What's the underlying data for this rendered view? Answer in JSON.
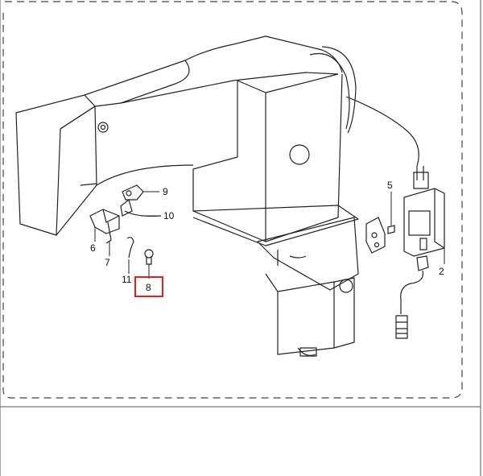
{
  "diagram": {
    "colors": {
      "line": "#222222",
      "frame": "#555555",
      "highlight": "#e02020",
      "background": "#ffffff"
    },
    "callouts": [
      {
        "id": "part-9",
        "text": "9"
      },
      {
        "id": "part-10",
        "text": "10"
      },
      {
        "id": "part-6",
        "text": "6"
      },
      {
        "id": "part-7",
        "text": "7"
      },
      {
        "id": "part-11",
        "text": "11"
      },
      {
        "id": "part-8",
        "text": "8",
        "highlighted": true
      },
      {
        "id": "part-5",
        "text": "5"
      },
      {
        "id": "part-2",
        "text": "2"
      }
    ]
  }
}
